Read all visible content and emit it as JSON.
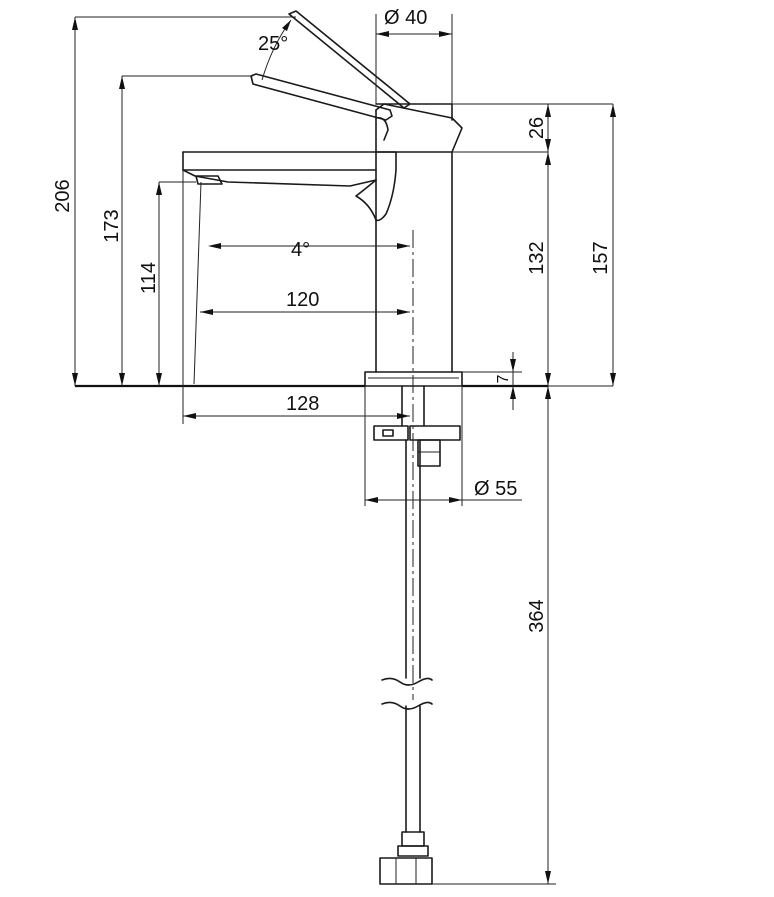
{
  "dimensions": {
    "total_height": "206",
    "lever_height": "173",
    "spout_height": "114",
    "lever_angle": "25°",
    "body_diameter": "Ø 40",
    "lever_body": "26",
    "body_height": "132",
    "top_height": "157",
    "spout_angle": "4°",
    "spout_reach": "120",
    "deck_gap": "7",
    "overall_reach": "128",
    "base_diameter": "Ø 55",
    "hose_length": "364"
  },
  "colors": {
    "line": "#1a1a1a",
    "background": "#ffffff"
  }
}
